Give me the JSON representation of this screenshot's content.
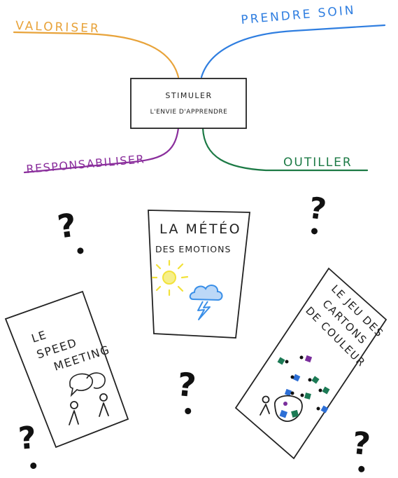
{
  "center": {
    "line1": "STIMULER",
    "line2": "L'ENVIE D'APPRENDRE"
  },
  "branches": {
    "valoriser": {
      "label": "VALORISER",
      "color": "#e8a33a"
    },
    "prendre_soin": {
      "label": "PRENDRE SOIN",
      "color": "#2f7ee0"
    },
    "responsabiliser": {
      "label": "RESPONSABILISER",
      "color": "#8a2e9c"
    },
    "outiller": {
      "label": "OUTILLER",
      "color": "#1c7a45"
    }
  },
  "cards": {
    "speed_meeting": {
      "line1": "LE",
      "line2": "SPEED",
      "line3": "MEETING"
    },
    "meteo": {
      "line1": "LA MÉTÉO",
      "line2": "DES EMOTIONS"
    },
    "cartons": {
      "line1": "LE JEU DES",
      "line2": "CARTONS",
      "line3": "DE COULEUR"
    }
  },
  "question_mark": "?",
  "colors": {
    "ink": "#222222",
    "sun": "#f2e23a",
    "cloud": "#3a8fe8",
    "card_green": "#1c7a55",
    "card_blue": "#2d6fd6",
    "card_purple": "#7a2e9c"
  }
}
